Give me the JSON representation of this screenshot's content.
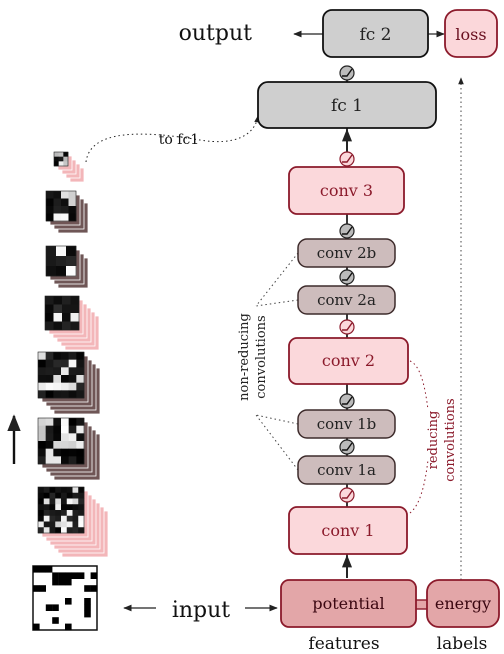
{
  "labels": {
    "output": "output",
    "input": "input",
    "to_fc1": "to fc1",
    "features": "features",
    "labels_caption": "labels",
    "non_reducing_1": "non-reducing",
    "non_reducing_2": "convolutions",
    "reducing_1": "reducing",
    "reducing_2": "convolutions"
  },
  "layers": {
    "fc2": "fc 2",
    "loss": "loss",
    "fc1": "fc 1",
    "conv3": "conv 3",
    "conv2b": "conv 2b",
    "conv2a": "conv 2a",
    "conv2": "conv 2",
    "conv1b": "conv 1b",
    "conv1a": "conv 1a",
    "conv1": "conv 1",
    "potential": "potential",
    "energy": "energy"
  },
  "colors": {
    "gray_box": "#cfcfcf",
    "dark_pink_box": "#f8d7d9",
    "pink_stroke": "#8b1a2b",
    "taupe_box": "#cdbcbc",
    "taupe_stroke": "#6a5151",
    "input_box": "#e3a6a8",
    "dark_text": "#6a1020"
  },
  "input_grid": [
    [
      0,
      0,
      0,
      1,
      1,
      1,
      1,
      1,
      1,
      1
    ],
    [
      1,
      1,
      1,
      0,
      0,
      0,
      0,
      0,
      1,
      0
    ],
    [
      1,
      1,
      1,
      0,
      0,
      0,
      1,
      1,
      1,
      1
    ],
    [
      0,
      0,
      1,
      1,
      1,
      1,
      1,
      1,
      0,
      0
    ],
    [
      1,
      1,
      1,
      1,
      1,
      1,
      1,
      1,
      1,
      1
    ],
    [
      1,
      1,
      1,
      1,
      1,
      0,
      1,
      1,
      0,
      1
    ],
    [
      1,
      1,
      0,
      0,
      1,
      1,
      1,
      1,
      0,
      1
    ],
    [
      1,
      1,
      1,
      1,
      1,
      1,
      1,
      1,
      0,
      1
    ],
    [
      1,
      1,
      1,
      0,
      1,
      1,
      1,
      1,
      1,
      1
    ],
    [
      0,
      1,
      1,
      1,
      1,
      0,
      1,
      1,
      1,
      1
    ]
  ]
}
